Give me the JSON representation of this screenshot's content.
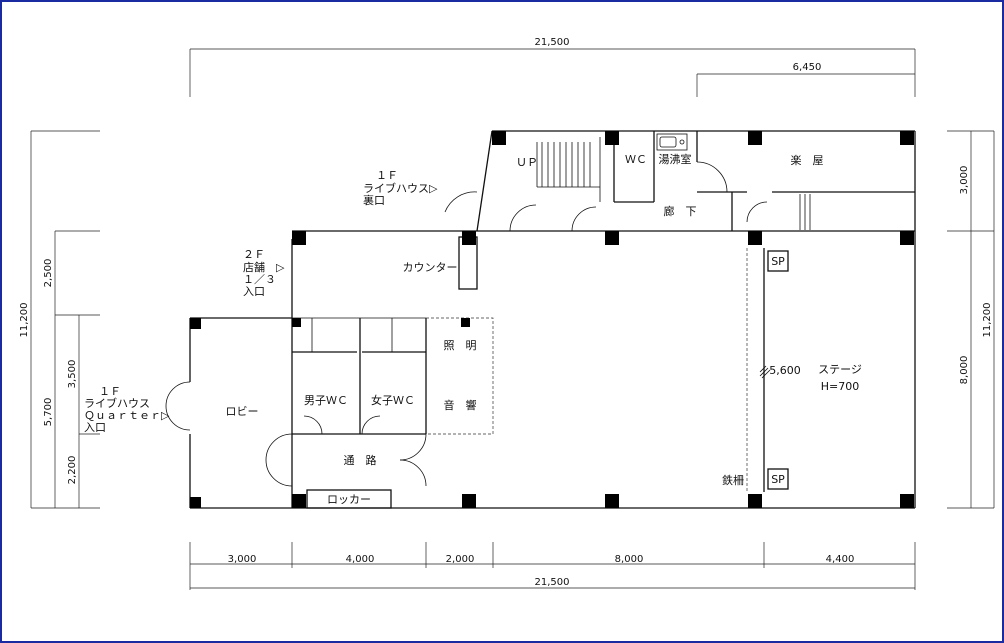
{
  "dimensions": {
    "top_total": "21,500",
    "top_right": "6,450",
    "bottom_total": "21,500",
    "bottom_segments": [
      "3,000",
      "4,000",
      "2,000",
      "8,000",
      "4,400"
    ],
    "left_total": "11,200",
    "left_upper": "2,500",
    "left_lower": "5,700",
    "left_sub_a": "3,500",
    "left_sub_b": "2,200",
    "right_total": "11,200",
    "right_upper": "3,000",
    "right_lower": "8,000",
    "stage_width": "5,600"
  },
  "rooms": {
    "up": "ＵＰ",
    "wc": "ＷＣ",
    "kettle_room": "湯沸室",
    "green_room": "楽　屋",
    "corridor": "廊　下",
    "counter": "カウンター",
    "lobby": "ロビー",
    "mens_wc": "男子ＷＣ",
    "womens_wc": "女子ＷＣ",
    "lighting": "照　明",
    "sound": "音　響",
    "passage": "通　路",
    "locker": "ロッカー",
    "stage": "ステージ",
    "stage_height": "H=700",
    "sp_top": "SP",
    "sp_bottom": "SP",
    "iron_fence": "鉄柵"
  },
  "entrances": {
    "back": [
      "１Ｆ",
      "ライブハウス▷",
      "裏口"
    ],
    "shop": [
      "２Ｆ",
      "店舗　▷",
      "１／３",
      "入口"
    ],
    "quarter": [
      "１Ｆ",
      "ライブハウス",
      "Ｑｕａｒｔｅｒ▷",
      "入口"
    ]
  }
}
